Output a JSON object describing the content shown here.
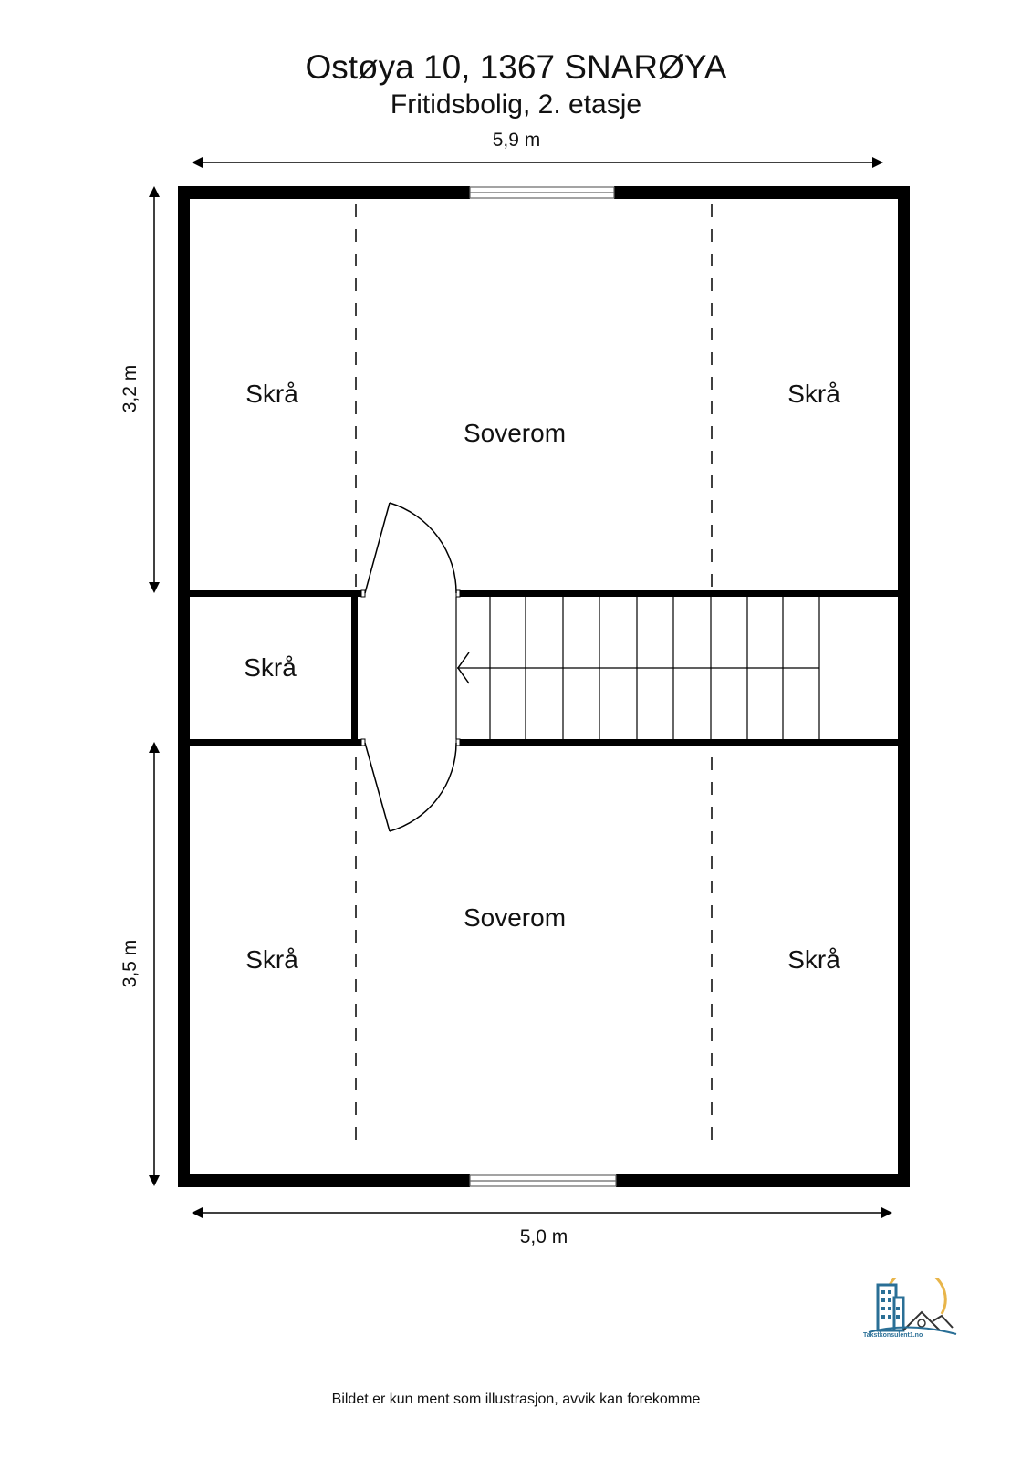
{
  "header": {
    "title": "Ostøya 10, 1367 SNARØYA",
    "subtitle": "Fritidsbolig, 2. etasje"
  },
  "dimensions": {
    "top_width": "5,9 m",
    "bottom_width": "5,0 m",
    "left_upper_height": "3,2 m",
    "left_lower_height": "3,5 m"
  },
  "rooms": [
    {
      "id": "skra-top-left",
      "label": "Skrå"
    },
    {
      "id": "soverom-top",
      "label": "Soverom"
    },
    {
      "id": "skra-top-right",
      "label": "Skrå"
    },
    {
      "id": "skra-middle-left",
      "label": "Skrå"
    },
    {
      "id": "skra-bottom-left",
      "label": "Skrå"
    },
    {
      "id": "soverom-bottom",
      "label": "Soverom"
    },
    {
      "id": "skra-bottom-right",
      "label": "Skrå"
    }
  ],
  "stair": {
    "steps": 10,
    "direction": "left"
  },
  "logo": {
    "text": "Takstkonsulent1.no",
    "colors": {
      "building": "#2a6f96",
      "sun": "#e8b54a",
      "roof": "#333333"
    }
  },
  "footer": {
    "disclaimer": "Bildet er kun ment som illustrasjon, avvik kan forekomme"
  },
  "colors": {
    "wall": "#000000",
    "background": "#ffffff",
    "window": "#666666"
  }
}
